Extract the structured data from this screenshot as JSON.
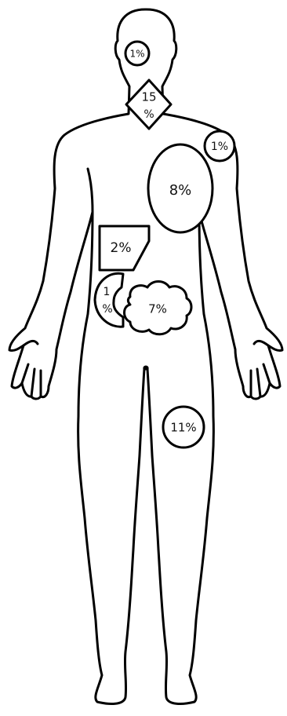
{
  "figure": {
    "colors": {
      "outline": "#000000",
      "fill": "#ffffff",
      "text": "#111111"
    }
  },
  "regions": [
    {
      "id": "head",
      "shape": "circle",
      "label": "1%"
    },
    {
      "id": "neck",
      "shape": "diamond",
      "label_line1": "15",
      "label_line2": "%"
    },
    {
      "id": "left-shoulder",
      "shape": "circle",
      "label": "1%"
    },
    {
      "id": "chest",
      "shape": "ellipse",
      "label": "8%"
    },
    {
      "id": "upper-abdomen",
      "shape": "pentagon",
      "label": "2%"
    },
    {
      "id": "side-abdomen",
      "shape": "crescent",
      "label_line1": "1",
      "label_line2": "%"
    },
    {
      "id": "lower-abdomen",
      "shape": "cloud",
      "label": "7%"
    },
    {
      "id": "left-thigh",
      "shape": "circle",
      "label": "11%"
    }
  ]
}
